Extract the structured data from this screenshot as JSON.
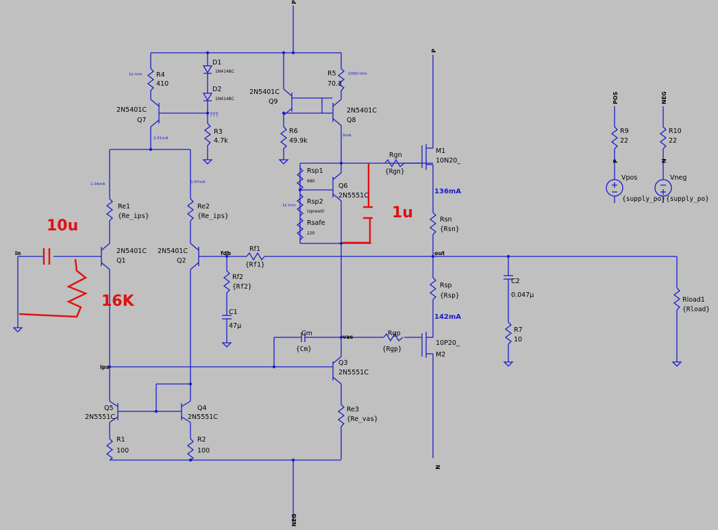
{
  "nets": {
    "p_top": "P",
    "p_right": "P",
    "n_right": "N",
    "neg_bottom": "NEG",
    "pos_label": "POS",
    "neg_label": "NEG",
    "in": "in",
    "fdb": "fdb",
    "out": "out",
    "vas": "vas",
    "ips": "ips",
    "p_side": "P",
    "n_side": "N"
  },
  "components": {
    "r4": {
      "name": "R4",
      "value": "410",
      "note": "1k trim"
    },
    "d1": {
      "name": "D1",
      "value": "1N4148C"
    },
    "d2": {
      "name": "D2",
      "value": "1N4148C"
    },
    "r3": {
      "name": "R3",
      "value": "4.7k",
      "note": "???"
    },
    "q7": {
      "name": "Q7",
      "model": "2N5401C"
    },
    "q9": {
      "name": "Q9",
      "model": "2N5401C"
    },
    "q8": {
      "name": "Q8",
      "model": "2N5401C"
    },
    "r5": {
      "name": "R5",
      "value": "70.3",
      "note": "100Ω trim"
    },
    "r6": {
      "name": "R6",
      "value": "49.9k"
    },
    "rsp1": {
      "name": "Rsp1",
      "value": "680"
    },
    "rsp2": {
      "name": "Rsp2",
      "value": "(spread)",
      "note": "1k trim"
    },
    "rsafe": {
      "name": "Rsafe",
      "value": "220"
    },
    "q6": {
      "name": "Q6",
      "model": "2N5551C"
    },
    "rgn": {
      "name": "Rgn",
      "value": "{Rgn}"
    },
    "m1": {
      "name": "M1",
      "model": "10N20_"
    },
    "rsn": {
      "name": "Rsn",
      "value": "{Rsn}"
    },
    "rsp": {
      "name": "Rsp",
      "value": "{Rsp}"
    },
    "m2": {
      "name": "M2",
      "model": "10P20_"
    },
    "rgp": {
      "name": "Rgp",
      "value": "{Rgp}"
    },
    "re1": {
      "name": "Re1",
      "value": "{Re_ips}"
    },
    "re2": {
      "name": "Re2",
      "value": "{Re_ips}"
    },
    "q1": {
      "name": "Q1",
      "model": "2N5401C"
    },
    "q2": {
      "name": "Q2",
      "model": "2N5401C"
    },
    "rf1": {
      "name": "Rf1",
      "value": "{Rf1}"
    },
    "rf2": {
      "name": "Rf2",
      "value": "{Rf2}"
    },
    "c1": {
      "name": "C1",
      "value": "47µ"
    },
    "cm": {
      "name": "Cm",
      "value": "{Cm}"
    },
    "q3": {
      "name": "Q3",
      "model": "2N5551C"
    },
    "re3": {
      "name": "Re3",
      "value": "{Re_vas}"
    },
    "q5": {
      "name": "Q5",
      "model": "2N5551C"
    },
    "q4": {
      "name": "Q4",
      "model": "2N5551C"
    },
    "r1": {
      "name": "R1",
      "value": "100"
    },
    "r2": {
      "name": "R2",
      "value": "100"
    },
    "c2": {
      "name": "C2",
      "value": "0.047µ"
    },
    "r7": {
      "name": "R7",
      "value": "10"
    },
    "rload1": {
      "name": "Rload1",
      "value": "{Rload}"
    },
    "r9": {
      "name": "R9",
      "value": "22"
    },
    "r10": {
      "name": "R10",
      "value": "22"
    },
    "vpos": {
      "name": "Vpos",
      "value": "{supply_po}"
    },
    "vneg": {
      "name": "Vneg",
      "value": "{supply_po}"
    }
  },
  "currents": {
    "q7": "2.01mA",
    "q1": "1.04mA",
    "q2": "0.97mA",
    "q8": "9mA",
    "m1": "136mA",
    "m2": "142mA"
  },
  "annotations": {
    "cap": "10u",
    "res": "16K",
    "cap2": "1u"
  },
  "colors": {
    "wire": "#1a1acc",
    "background": "#c0c0c0",
    "annotation": "#e01010"
  }
}
